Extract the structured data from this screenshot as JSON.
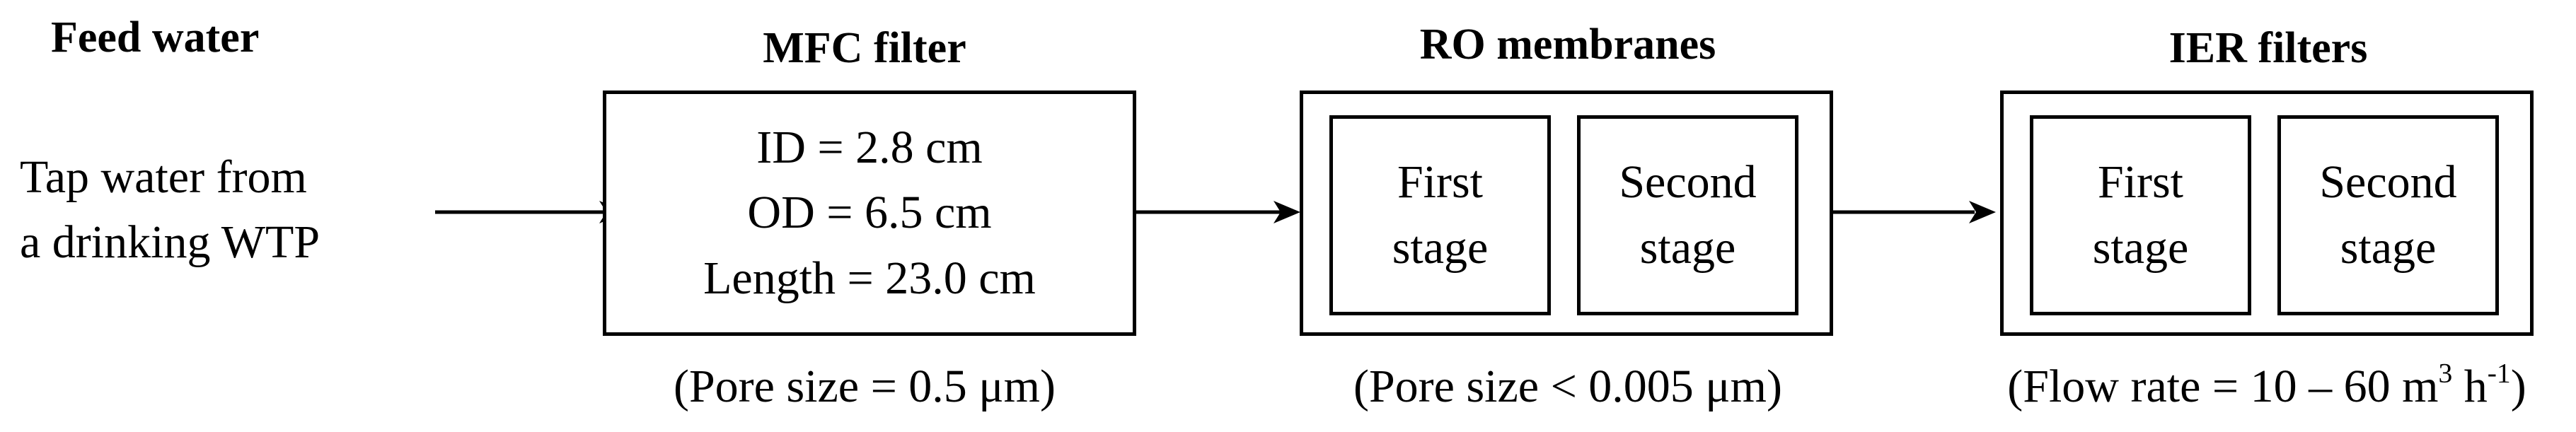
{
  "feed": {
    "title": "Feed water",
    "line1": "Tap water from",
    "line2": "a drinking WTP"
  },
  "mfc": {
    "title": "MFC filter",
    "id": "ID = 2.8 cm",
    "od": "OD = 6.5 cm",
    "length": "Length = 23.0 cm",
    "caption": "(Pore size = 0.5 μm)"
  },
  "ro": {
    "title": "RO membranes",
    "stage1_line1": "First",
    "stage1_line2": "stage",
    "stage2_line1": "Second",
    "stage2_line2": "stage",
    "caption": "(Pore size < 0.005 μm)"
  },
  "ier": {
    "title": "IER filters",
    "stage1_line1": "First",
    "stage1_line2": "stage",
    "stage2_line1": "Second",
    "stage2_line2": "stage",
    "caption_main": "(Flow rate = 10 – 60 m",
    "caption_sup1": "3",
    "caption_mid": " h",
    "caption_sup2": "-1",
    "caption_end": ")"
  }
}
